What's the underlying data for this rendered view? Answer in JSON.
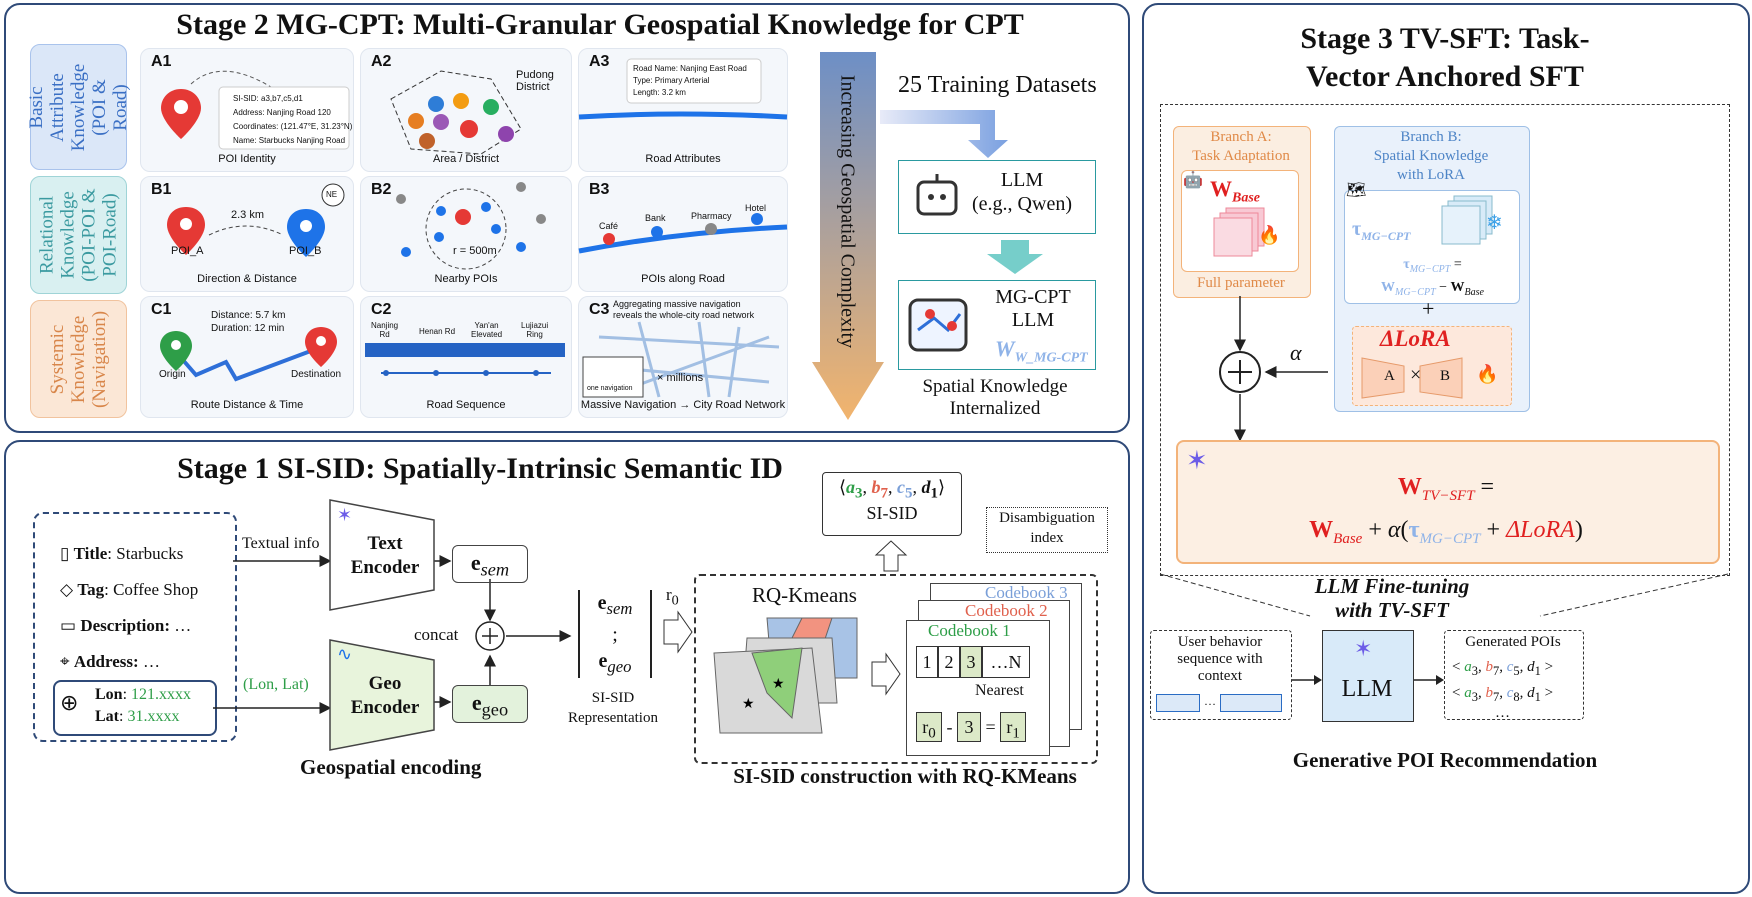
{
  "stage2": {
    "title": "Stage 2 MG-CPT: Multi-Granular Geospatial Knowledge for CPT",
    "rows": [
      {
        "label": "Basic Attribute\nKnowledge\n(POI & Road)",
        "bg": "#dbe7f8",
        "color": "#3a6fc4"
      },
      {
        "label": "Relational\nKnowledge\n(POI-POI &\nPOI-Road)",
        "bg": "#d9f0f1",
        "color": "#3b9aa0"
      },
      {
        "label": "Systemic\nKnowledge\n(Navigation)",
        "bg": "#fbe7d6",
        "color": "#d8864a"
      }
    ],
    "cards": {
      "a1": {
        "id": "A1",
        "caption": "POI Identity",
        "lines": [
          "SI-SID: a3,b7,c5,d1",
          "Address: Nanjing Road 120",
          "Coordinates: (121.47°E, 31.23°N)",
          "Name: Starbucks Nanjing Road"
        ]
      },
      "a2": {
        "id": "A2",
        "caption": "Area / District",
        "district": "Pudong\nDistrict"
      },
      "a3": {
        "id": "A3",
        "caption": "Road Attributes",
        "lines": [
          "Road Name: Nanjing East Road",
          "Type: Primary Arterial",
          "Length: 3.2 km"
        ]
      },
      "b1": {
        "id": "B1",
        "caption": "Direction & Distance",
        "dist": "2.3 km",
        "poi_a": "POI_A",
        "poi_b": "POI_B",
        "compass": "NE"
      },
      "b2": {
        "id": "B2",
        "caption": "Nearby POIs",
        "radius": "r = 500m"
      },
      "b3": {
        "id": "B3",
        "caption": "POIs along Road",
        "pois": [
          "Café",
          "Bank",
          "Pharmacy",
          "Hotel"
        ]
      },
      "c1": {
        "id": "C1",
        "caption": "Route Distance & Time",
        "lines": [
          "Distance: 5.7 km",
          "Duration: 12 min"
        ],
        "origin": "Origin",
        "dest": "Destination"
      },
      "c2": {
        "id": "C2",
        "caption": "Road Sequence",
        "roads": [
          "Nanjing\nRd",
          "Henan Rd",
          "Yan'an\nElevated",
          "Lujiazui\nRing"
        ]
      },
      "c3": {
        "id": "C3",
        "caption": "Massive Navigation → City Road Network",
        "text": "Aggregating massive navigation\nreveals the whole-city road network",
        "one_nav": "one navigation",
        "millions": "× millions"
      }
    },
    "arrow_label": "Increasing Geospatial Complexity",
    "datasets": "25 Training Datasets",
    "llm": "LLM\n(e.g., Qwen)",
    "mgcpt_llm": "MG-CPT\nLLM",
    "w_mgcpt": "W_MG-CPT",
    "internalized": "Spatial Knowledge\nInternalized"
  },
  "stage1": {
    "title": "Stage 1 SI-SID: Spatially-Intrinsic Semantic ID",
    "fields": [
      {
        "key": "Title",
        "val": ": Starbucks"
      },
      {
        "key": "Tag",
        "val": ": Coffee Shop"
      },
      {
        "key": "Description:",
        "val": " …"
      },
      {
        "key": "Address:",
        "val": " …"
      }
    ],
    "lon_key": "Lon",
    "lon_val": "121.xxxx",
    "lat_key": "Lat",
    "lat_val": "31.xxxx",
    "textual_info": "Textual info",
    "lon_lat": "(Lon, Lat)",
    "text_encoder": "Text\nEncoder",
    "geo_encoder": "Geo\nEncoder",
    "e_sem": "e",
    "concat": "concat",
    "geospatial_encoding": "Geospatial encoding",
    "rep_label": "SI-SID\nRepresentation",
    "r0": "r",
    "rq_kmeans": "RQ-Kmeans",
    "codebooks": [
      "Codebook 1",
      "Codebook 2",
      "Codebook 3"
    ],
    "cells": [
      "1",
      "2",
      "3",
      "…N"
    ],
    "nearest": "Nearest",
    "sisid": "SI-SID",
    "disambiguation": "Disambiguation\nindex",
    "construction": "SI-SID construction with RQ-KMeans"
  },
  "stage3": {
    "title": "Stage 3 TV-SFT: Task-\nVector Anchored SFT",
    "branch_a": "Branch A:\nTask Adaptation",
    "w_base": "W",
    "full_param": "Full parameter",
    "branch_b": "Branch B:\nSpatial Knowledge\nwith LoRA",
    "tau": "τ",
    "delta_lora": "ΔLoRA",
    "a": "A",
    "b": "B",
    "alpha": "α",
    "finetune": "LLM Fine-tuning\nwith TV-SFT",
    "user_seq": "User behavior\nsequence with\ncontext",
    "llm": "LLM",
    "generated": "Generated POIs",
    "rec_title": "Generative POI Recommendation"
  }
}
